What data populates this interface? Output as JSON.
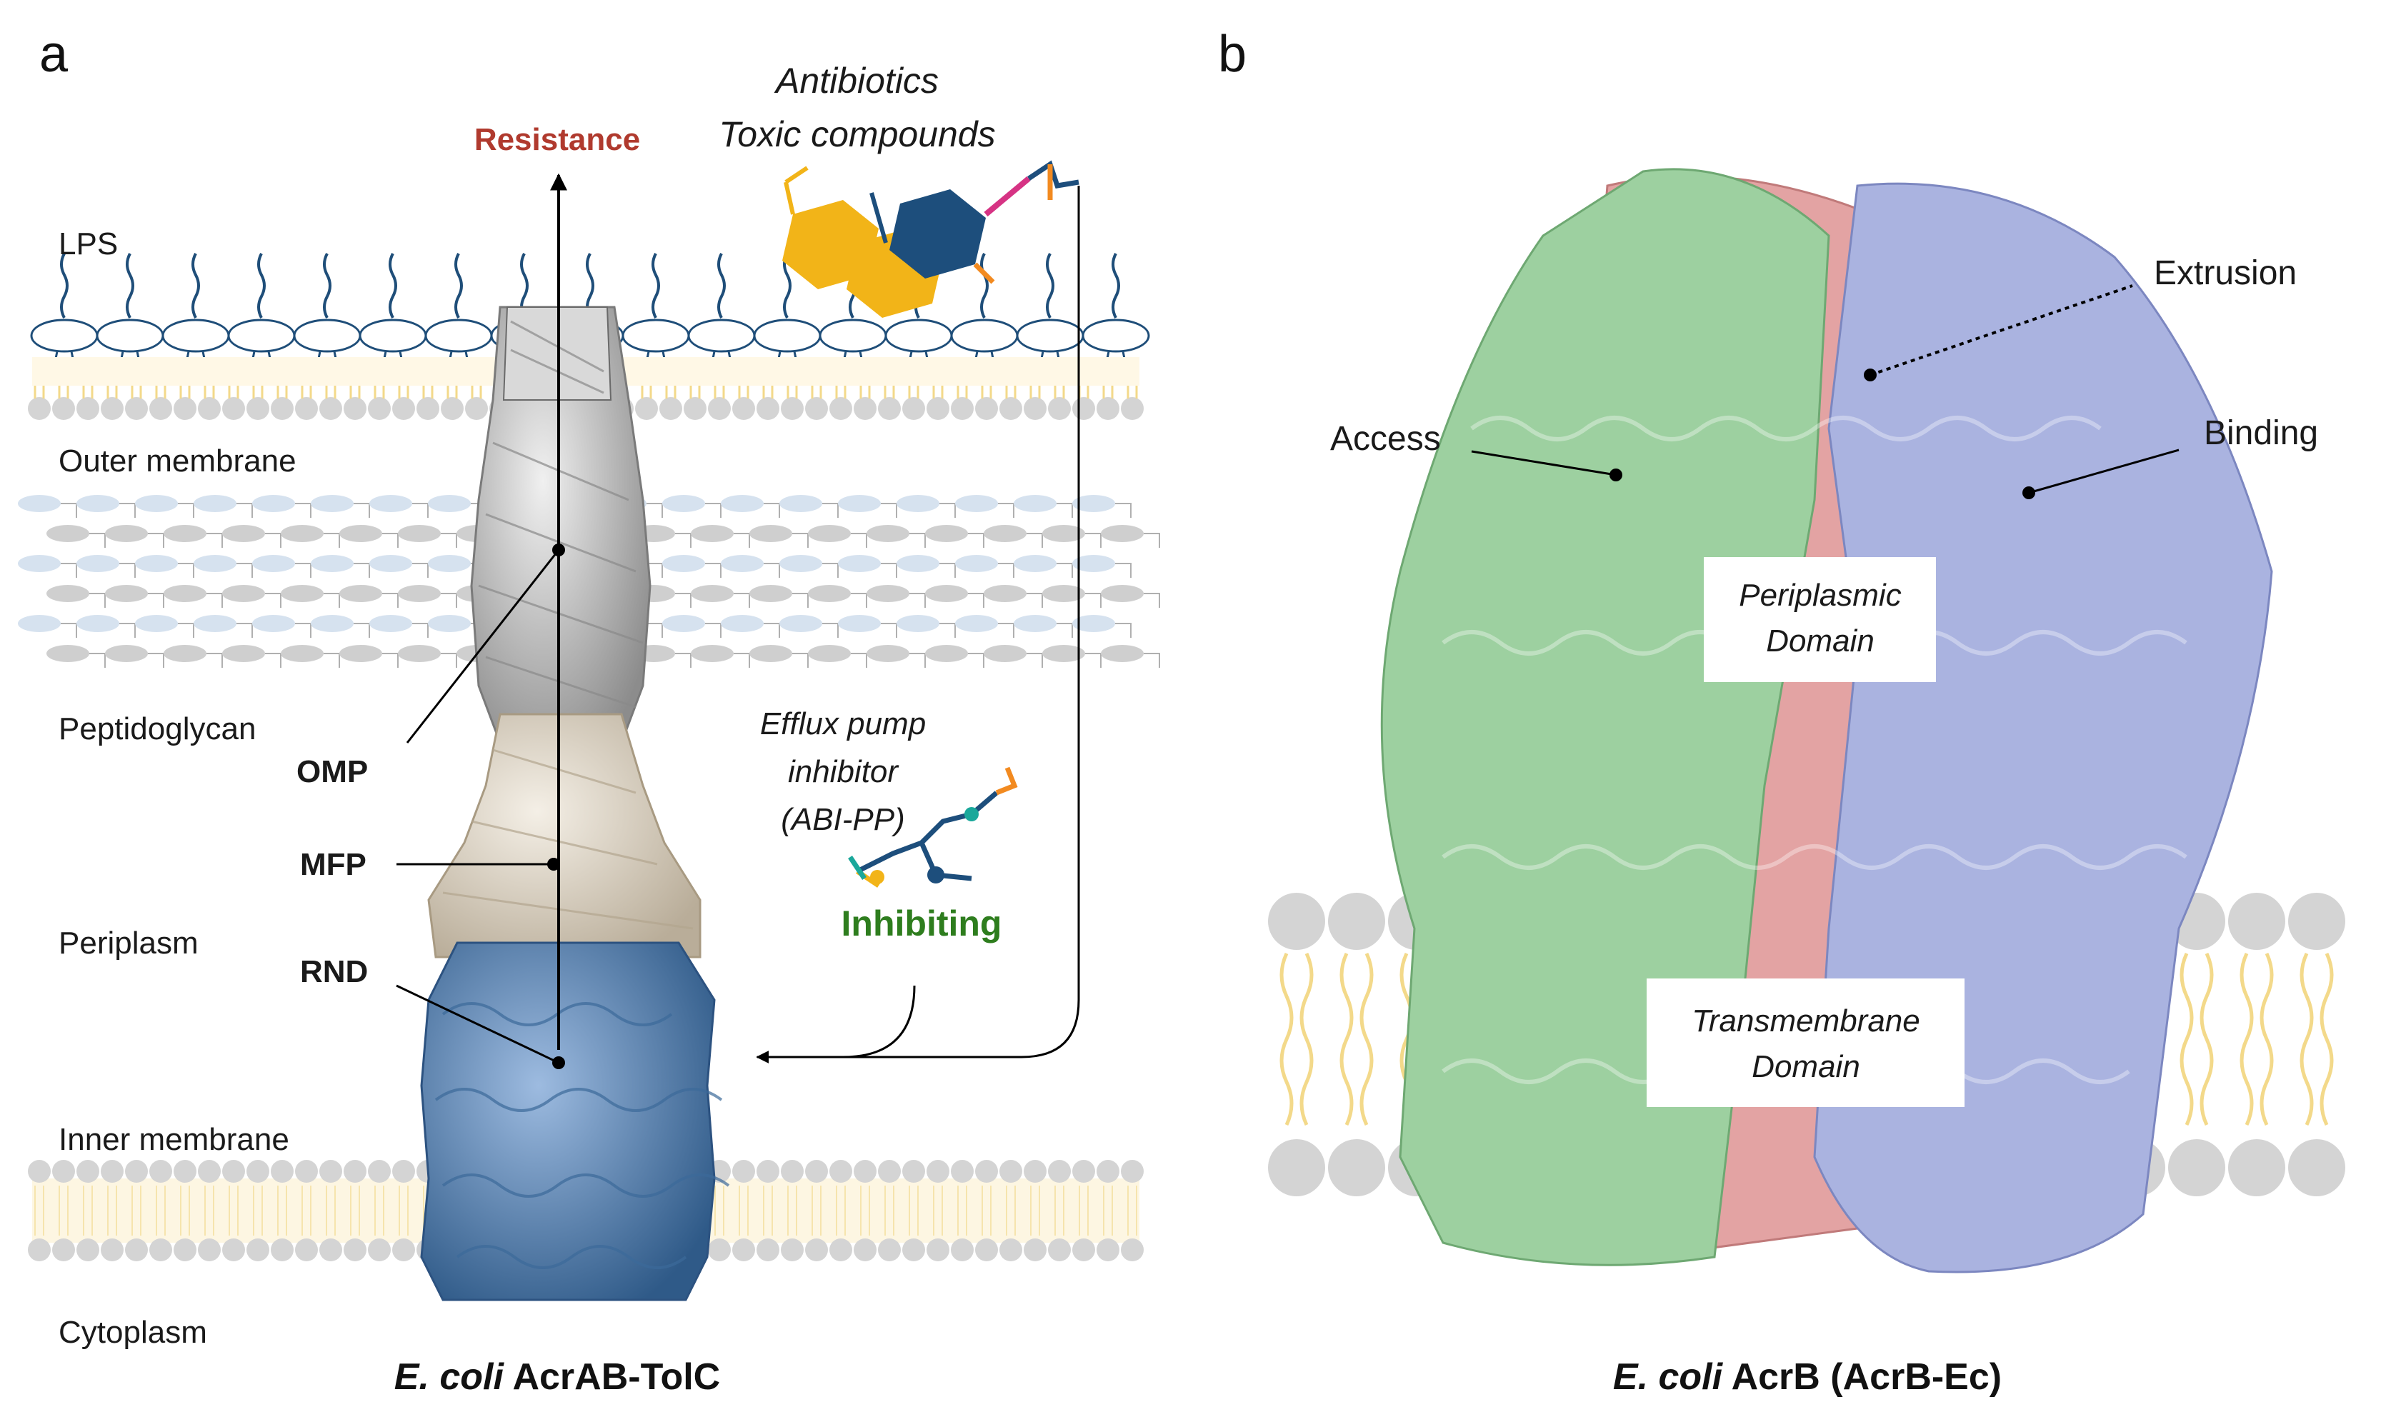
{
  "panel_a": {
    "letter": "a",
    "layers": {
      "lps": "LPS",
      "outer_membrane": "Outer membrane",
      "peptidoglycan": "Peptidoglycan",
      "periplasm": "Periplasm",
      "inner_membrane": "Inner membrane",
      "cytoplasm": "Cytoplasm"
    },
    "components": {
      "omp": "OMP",
      "mfp": "MFP",
      "rnd": "RND"
    },
    "resistance": "Resistance",
    "substrates": {
      "line1": "Antibiotics",
      "line2": "Toxic compounds"
    },
    "inhibitor": {
      "line1": "Efflux pump",
      "line2": "inhibitor",
      "line3": "(ABI-PP)",
      "action": "Inhibiting"
    },
    "caption": {
      "species": "E. coli",
      "name": "AcrAB-TolC"
    }
  },
  "panel_b": {
    "letter": "b",
    "sites": {
      "access": "Access",
      "binding": "Binding",
      "extrusion": "Extrusion"
    },
    "periplasmic": {
      "line1": "Periplasmic",
      "line2": "Domain"
    },
    "transmembrane": {
      "line1": "Transmembrane",
      "line2": "Domain"
    },
    "caption": {
      "species": "E. coli",
      "name": "AcrB (AcrB-Ec)"
    }
  },
  "colors": {
    "resistance": "#b03a2e",
    "inhibiting": "#2e7d1e",
    "omp": "#bdbdbd",
    "mfp": "#d8cfc0",
    "rnd": "#5b82ad",
    "protomer_green": "#9dd0a0",
    "protomer_pink": "#e3a3a3",
    "protomer_blue": "#aab3e0",
    "membrane_head": "#d4d4d4",
    "lipid_tail": "#f3d98a",
    "lps": "#1f4e79",
    "antibiotic_yellow": "#f2b418",
    "antibiotic_blue": "#1d4e7c"
  }
}
